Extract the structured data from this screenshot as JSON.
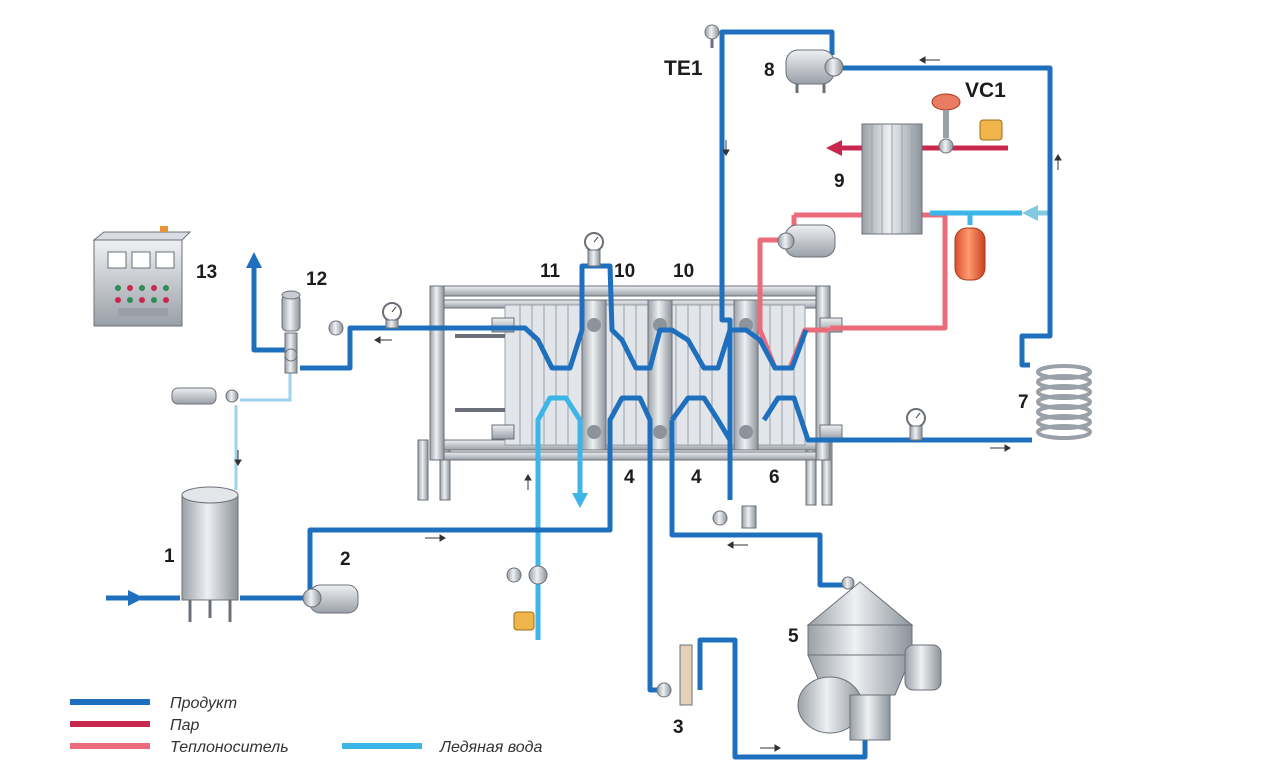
{
  "colors": {
    "product": "#1f6fbf",
    "steam": "#c8284e",
    "heat_carrier": "#ec6b7b",
    "ice_water": "#3cb6e8",
    "equipment": "#c8ccd2"
  },
  "labels": {
    "n1": "1",
    "n2": "2",
    "n3": "3",
    "n4a": "4",
    "n4b": "4",
    "n5": "5",
    "n6": "6",
    "n7": "7",
    "n8": "8",
    "n9": "9",
    "n10a": "10",
    "n10b": "10",
    "n11": "11",
    "n12": "12",
    "n13": "13",
    "te1": "TE1",
    "vc1": "VC1"
  },
  "legend": {
    "product": "Продукт",
    "steam": "Пар",
    "heat_carrier": "Теплоноситель",
    "ice_water": "Ледяная вода"
  }
}
